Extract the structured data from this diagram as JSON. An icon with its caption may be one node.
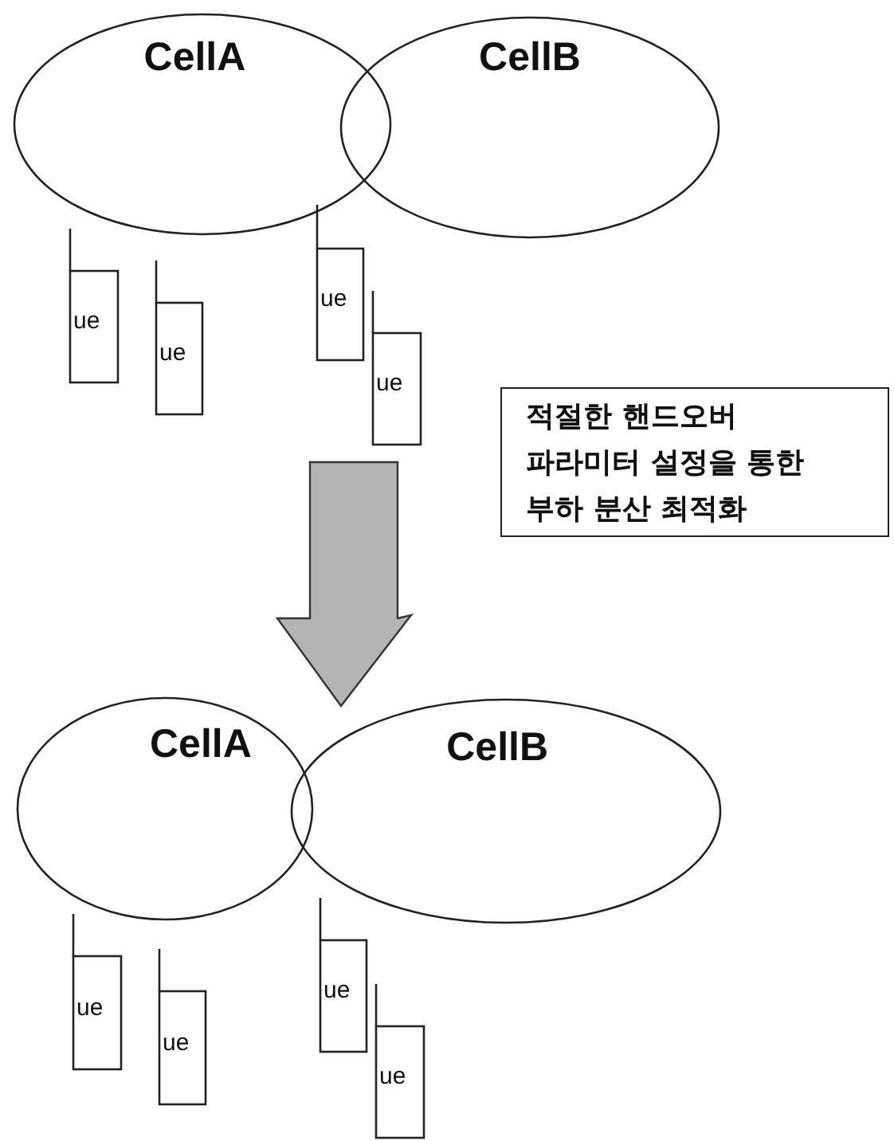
{
  "diagram": {
    "nodes": [
      {
        "text": [
          "CellA"
        ]
      },
      {
        "text": [
          "CellB"
        ]
      },
      {
        "text": [
          "ue"
        ]
      },
      {
        "text": [
          "ue"
        ]
      },
      {
        "text": [
          "ue"
        ]
      },
      {
        "text": [
          "ue"
        ]
      },
      {
        "text": [
          "적절한 핸드오버 파라미터 설정을 통한 부하 분산 최적화"
        ]
      },
      {
        "text": [
          "CellA"
        ]
      },
      {
        "text": [
          "CellB"
        ]
      },
      {
        "text": [
          "ue"
        ]
      },
      {
        "text": [
          "ue"
        ]
      },
      {
        "text": [
          "ue"
        ]
      },
      {
        "text": [
          "ue"
        ]
      }
    ],
    "edges": [
      {
        "from": 5,
        "to": 8,
        "arrow": "to",
        "style": "thick"
      }
    ]
  }
}
